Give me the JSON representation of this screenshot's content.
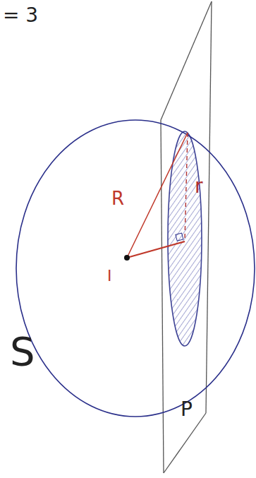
{
  "diagram": {
    "labels": [
      "= 3",
      "R",
      "r",
      "I",
      "S",
      "P"
    ]
  }
}
